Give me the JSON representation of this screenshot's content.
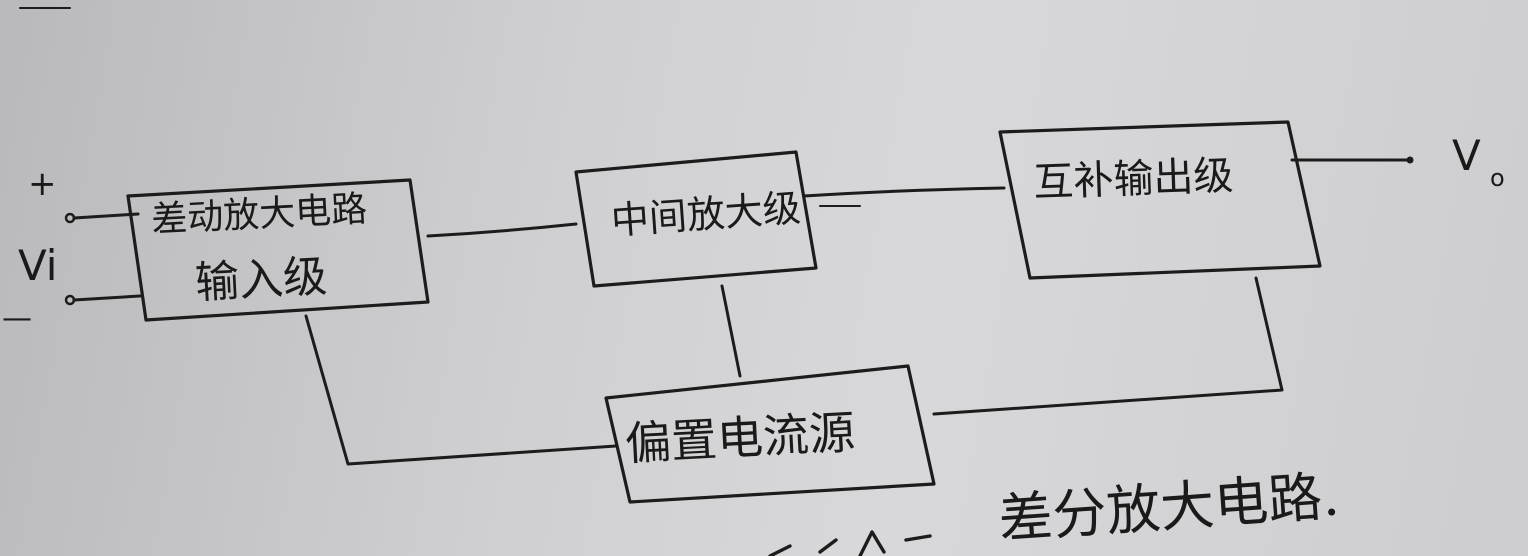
{
  "diagram": {
    "input": {
      "plus": "+",
      "label": "Vi",
      "minus": "—"
    },
    "output": {
      "label": "V",
      "subscript": "o"
    },
    "blocks": {
      "diff_amp_line1": "差动放大电路",
      "diff_amp_line2": "输入级",
      "mid_amp": "中间放大级",
      "push_pull": "互补输出级",
      "bias": "偏置电流源"
    },
    "caption": "差分放大电路."
  }
}
